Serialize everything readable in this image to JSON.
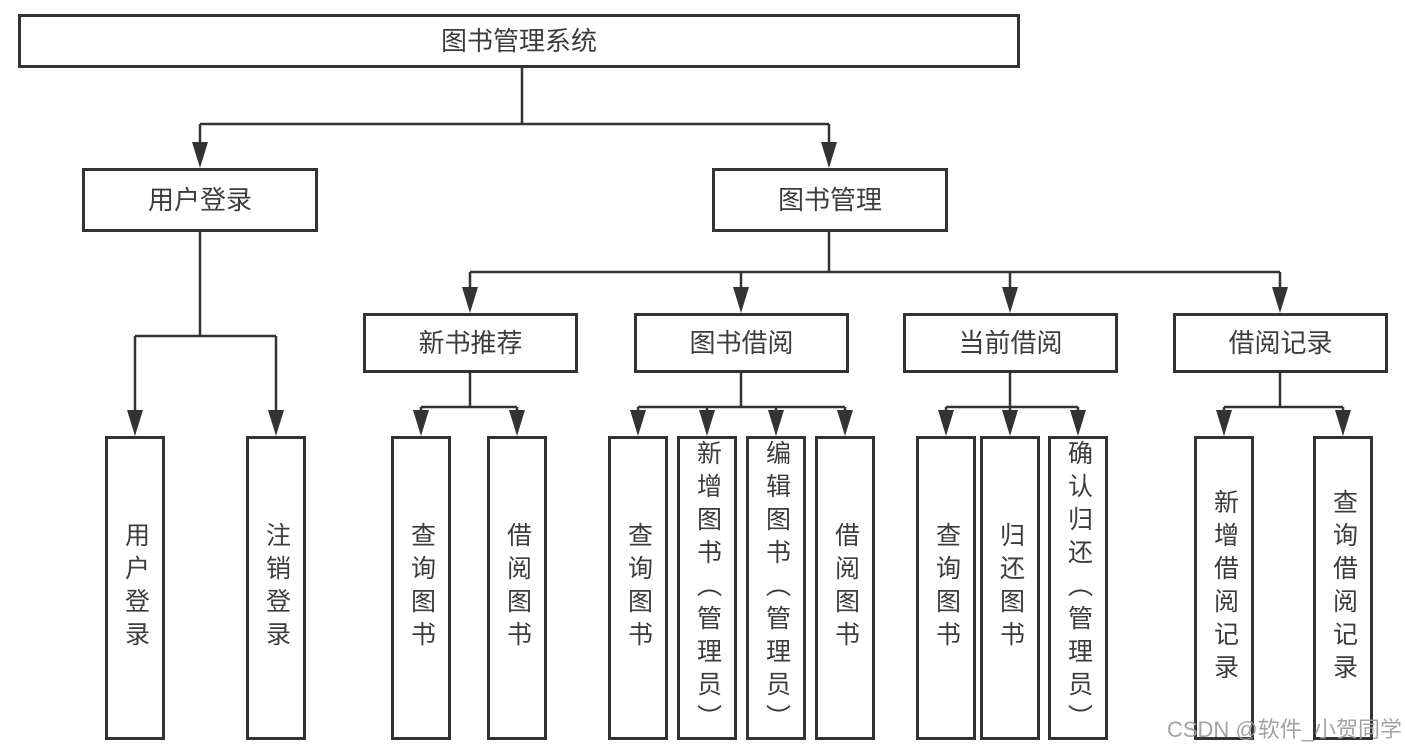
{
  "diagram": {
    "root": {
      "label": "图书管理系统"
    },
    "level2": {
      "user_login": {
        "label": "用户登录"
      },
      "book_mgmt": {
        "label": "图书管理"
      }
    },
    "level3": {
      "new_books": {
        "label": "新书推荐"
      },
      "borrowing": {
        "label": "图书借阅"
      },
      "current": {
        "label": "当前借阅"
      },
      "records": {
        "label": "借阅记录"
      }
    },
    "leaves": {
      "user_login": [
        "用户登录",
        "注销登录"
      ],
      "new_books": [
        "查询图书",
        "借阅图书"
      ],
      "borrowing": [
        "查询图书",
        "新增图书（管理员）",
        "编辑图书（管理员）",
        "借阅图书"
      ],
      "current": [
        "查询图书",
        "归还图书",
        "确认归还（管理员）"
      ],
      "records": [
        "新增借阅记录",
        "查询借阅记录"
      ]
    }
  },
  "watermark": {
    "text": "CSDN @软件_小贺同学"
  },
  "colors": {
    "line": "#333333",
    "text": "#3c3c3c",
    "background": "#ffffff",
    "watermark": "#9e9ea0"
  }
}
